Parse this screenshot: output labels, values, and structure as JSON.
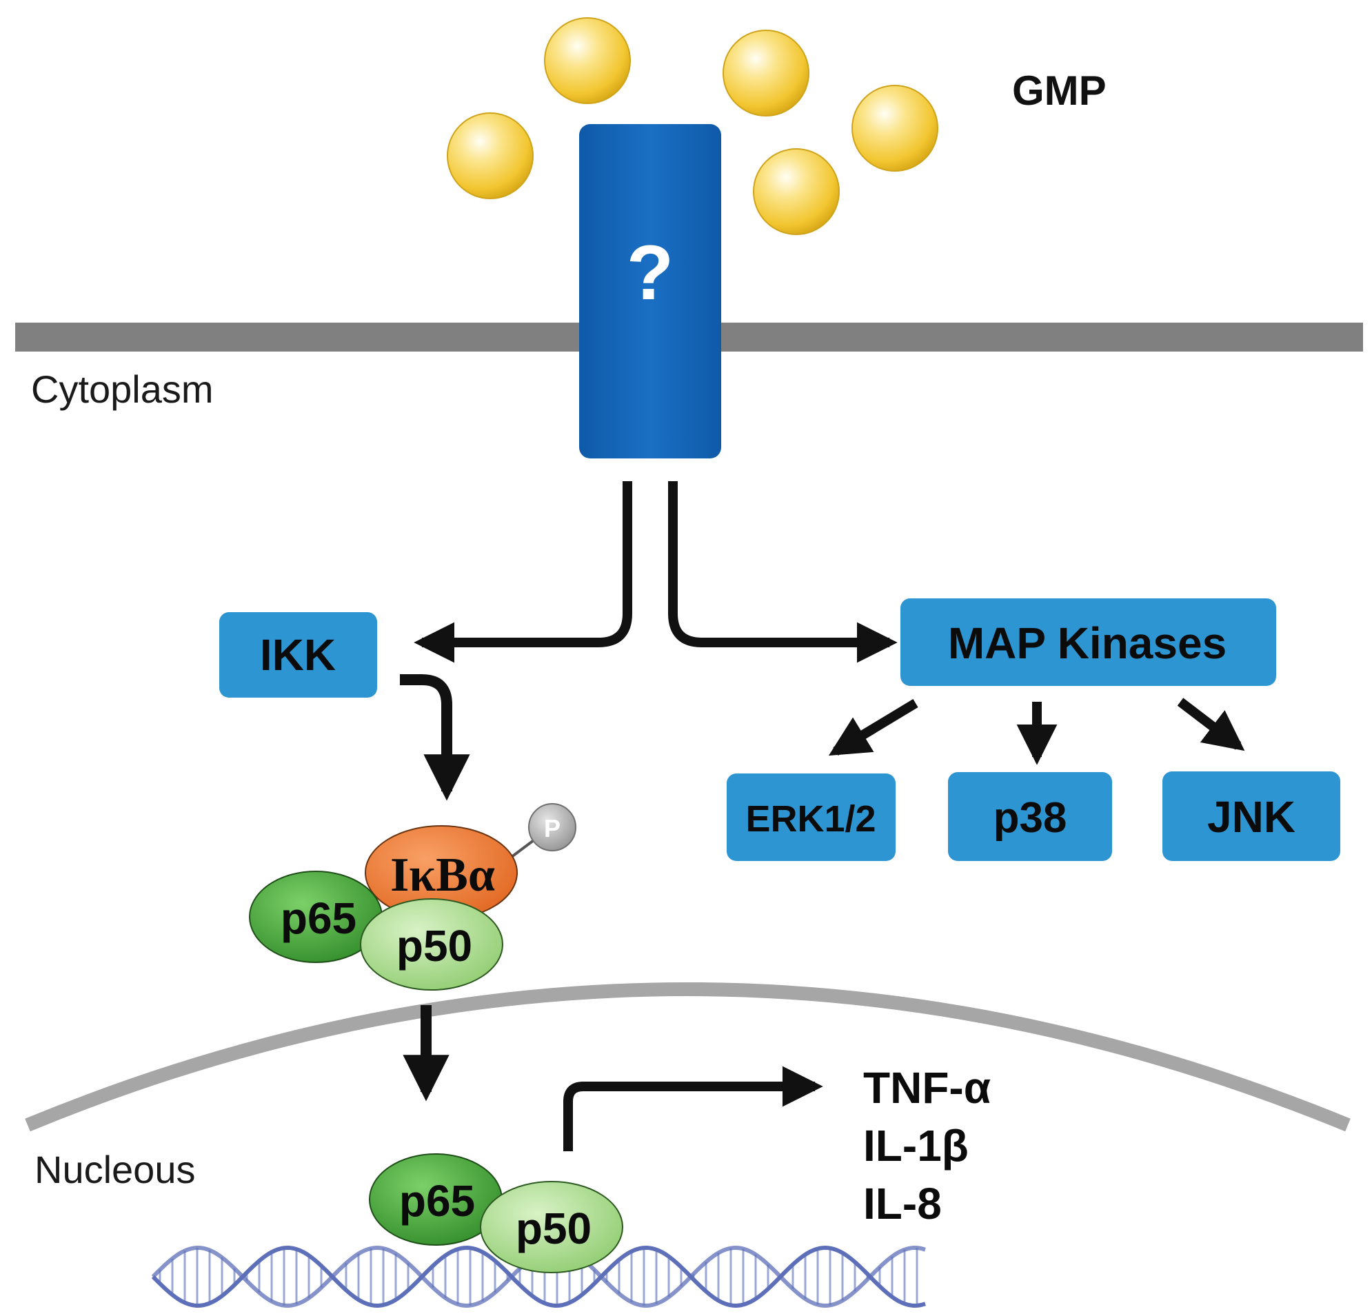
{
  "ligand_label": "GMP",
  "receptor_label": "?",
  "compartments": {
    "cytoplasm": "Cytoplasm",
    "nucleus": "Nucleous"
  },
  "nfkb_branch": {
    "kinase": "IKK",
    "inhibitor": "IκBα",
    "phospho": "P",
    "subunit_a": "p65",
    "subunit_b": "p50"
  },
  "mapk_branch": {
    "kinase": "MAP Kinases",
    "targets": [
      "ERK1/2",
      "p38",
      "JNK"
    ]
  },
  "nuclear_complex": {
    "subunit_a": "p65",
    "subunit_b": "p50"
  },
  "outputs": [
    "TNF-α",
    "IL-1β",
    "IL-8"
  ],
  "colors": {
    "receptor": "#1565b8",
    "box": "#2e95d3",
    "membrane": "#808080",
    "nuclear_envelope": "#a6a6a6",
    "ligand": "#f7d23c",
    "ikba": "#ee7830",
    "p65": "#47a83a",
    "p50": "#a5d987",
    "dna": "#5c6fb8"
  }
}
